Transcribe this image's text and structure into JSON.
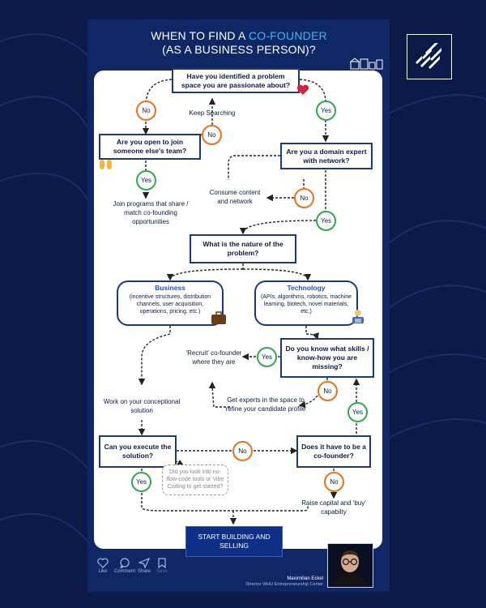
{
  "title": {
    "line1_prefix": "WHEN TO FIND A ",
    "line1_accent": "CO-FOUNDER",
    "line2": "(AS A BUSINESS PERSON)?"
  },
  "colors": {
    "background": "#0c1a4a",
    "post": "#102766",
    "accent": "#3fb8f0",
    "no": "#e8721c",
    "yes": "#2fa84f",
    "box_border": "#1d3a78",
    "cta": "#0f2f86"
  },
  "nodes": {
    "problem": "Have you identified a problem space you are passionate about?",
    "join_team": "Are you open to join someone else's team?",
    "domain_expert": "Are you a domain expert with network?",
    "nature": "What is the nature of the problem?",
    "business_heading": "Business",
    "business_body": "(incentive structures, distribution channels, user acquisition, operations, pricing, etc.)",
    "technology_heading": "Technology",
    "technology_body": "(APIs, algorithms, robotics, machine learning, biotech, novel materials, etc.)",
    "skills_missing": "Do you know what skills / know-how you are missing?",
    "can_execute": "Can you execute the solution?",
    "cofounder": "Does it have to be a co-founder?",
    "start": "START BUILDING AND SELLING"
  },
  "labels": {
    "keep_searching": "Keep Searching",
    "join_programs": "Join programs that share / match co-founding opportunities",
    "consume_content": "Consume content and network",
    "recruit": "'Recruit' co-founder where they are",
    "get_experts": "Get experts in the space to refine your candidate profile",
    "work_on": "Work on your conceptional solution",
    "raise_capital": "Raise capital and 'buy' capabilty",
    "no_flow_code": "Did you look into no-flow-code tools or Vibe Coding to get started?"
  },
  "badges": {
    "no": "No",
    "yes": "Yes"
  },
  "social": {
    "like": "Like",
    "comment": "Comment",
    "share": "Share",
    "save": "Save"
  },
  "author": {
    "name": "Maximilian Eckel",
    "role": "Director WHU Entrepreneurship Center"
  },
  "icons": [
    "heart-icon",
    "raised-hands-icon",
    "briefcase-icon",
    "technologist-icon",
    "buildings-icon",
    "stairs-logo-icon"
  ]
}
